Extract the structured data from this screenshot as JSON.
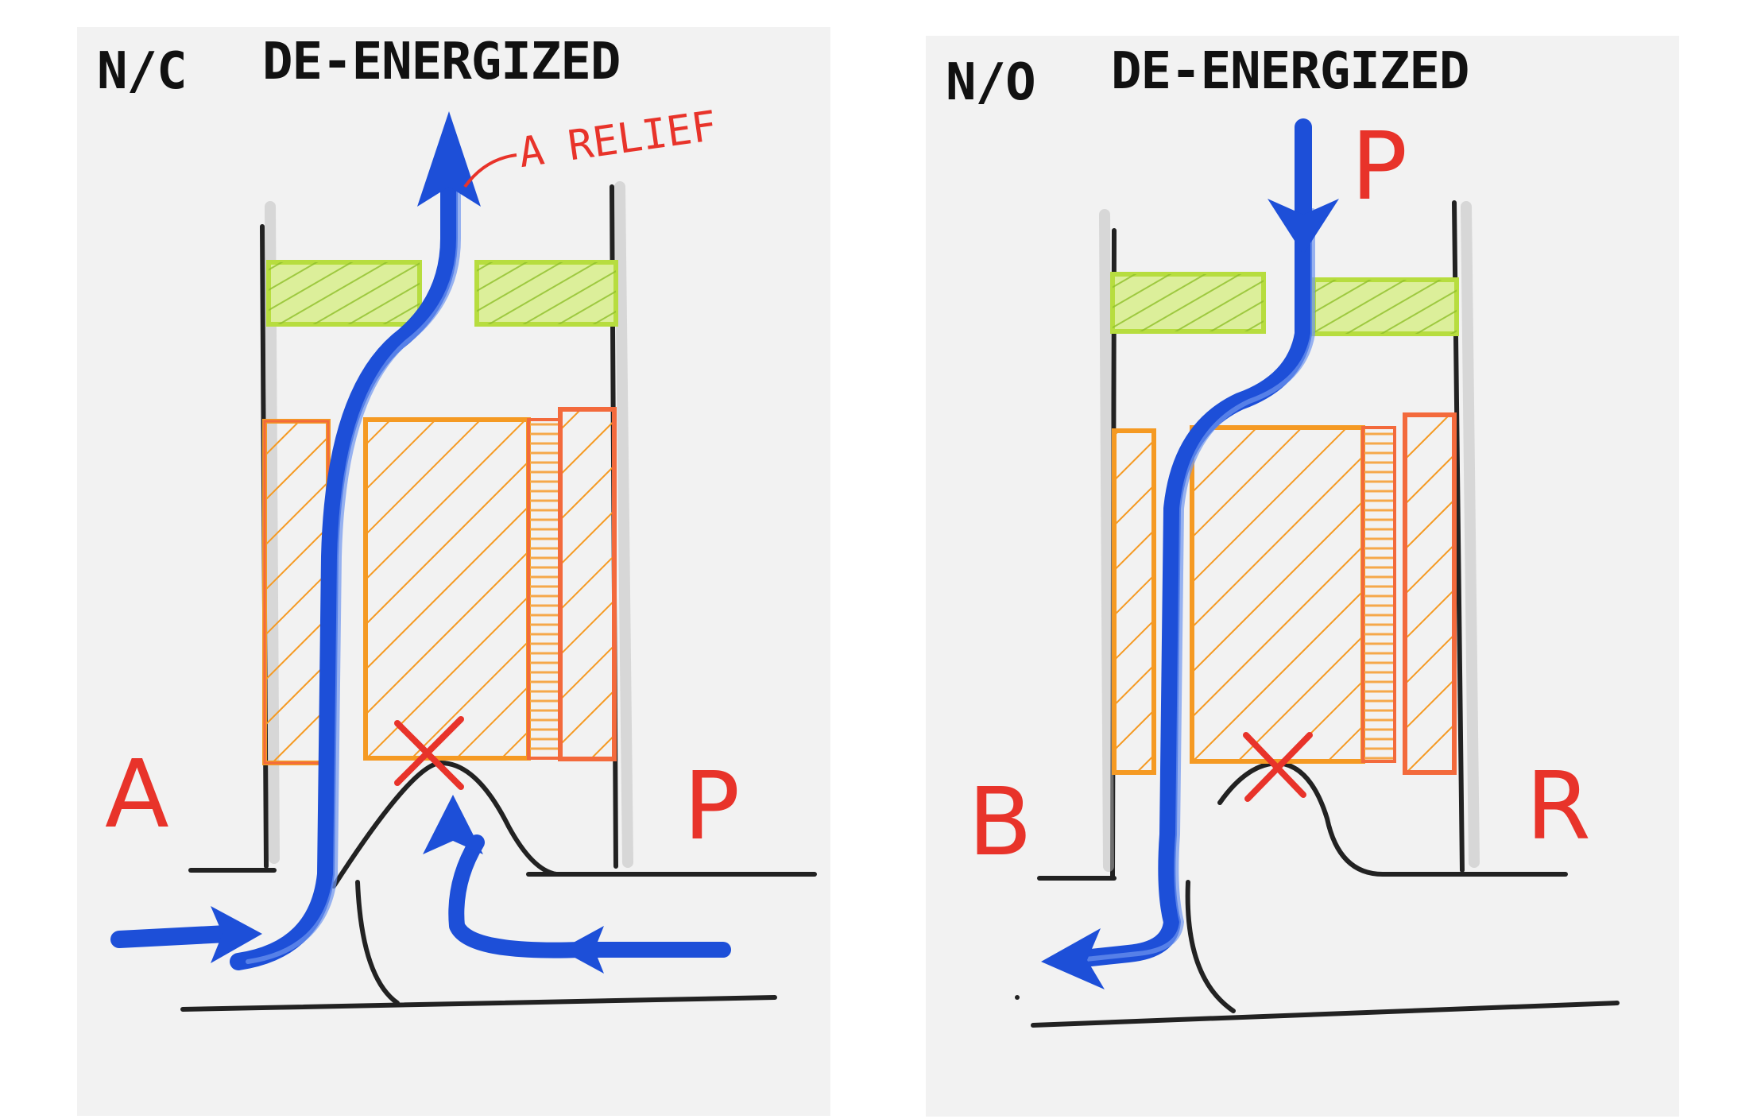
{
  "panels": [
    {
      "mode": "N/C",
      "state": "DE-ENERGIZED",
      "port_left": "A",
      "port_right": "P",
      "annotation": "A RELIEF"
    },
    {
      "mode": "N/O",
      "state": "DE-ENERGIZED",
      "port_left": "B",
      "port_right": "R",
      "port_top": "P"
    }
  ],
  "colors": {
    "paper": "#f2f2f2",
    "ink": "#222222",
    "flow": "#1d4fd8",
    "flow_light": "#6f95f0",
    "body_orange": "#f59a23",
    "body_red": "#f36a3c",
    "coil_green": "#b7dd3f",
    "label_red": "#e8332a"
  }
}
